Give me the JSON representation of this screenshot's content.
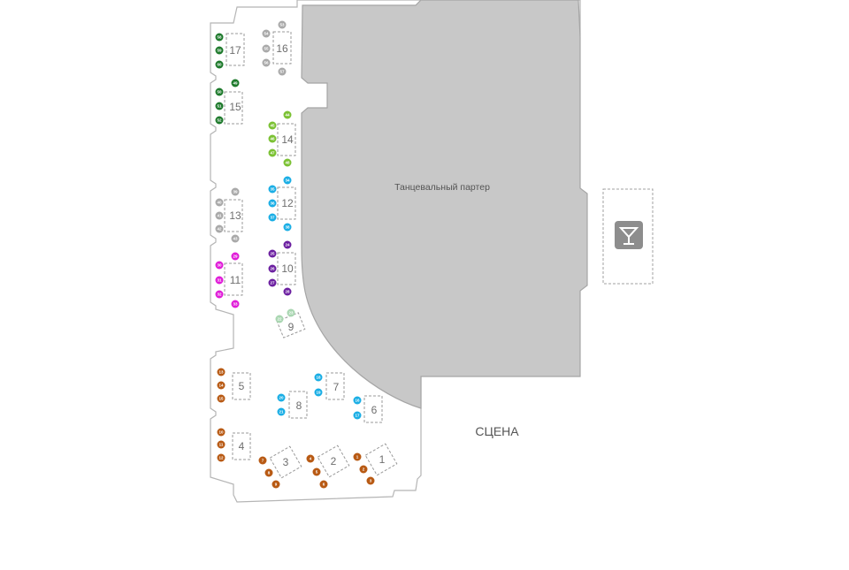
{
  "labels": {
    "dance_floor": "Танцевальный партер",
    "stage": "СЦЕНА"
  },
  "colors": {
    "dark_green": "#1e7a2c",
    "light_green": "#7bc133",
    "cyan": "#1aaee5",
    "purple": "#6b1fa0",
    "magenta": "#e01cd8",
    "grey": "#a9a9a9",
    "pale_green": "#a9d6b1",
    "orange": "#b85a14"
  },
  "icons": {
    "bar": "cocktail-glass-icon"
  },
  "tables": [
    {
      "label": "1",
      "color": "orange",
      "seats": [
        "1",
        "2",
        "3"
      ]
    },
    {
      "label": "2",
      "color": "orange",
      "seats": [
        "4",
        "5",
        "6"
      ]
    },
    {
      "label": "3",
      "color": "orange",
      "seats": [
        "7",
        "8",
        "9"
      ]
    },
    {
      "label": "4",
      "color": "orange",
      "seats": [
        "10",
        "11",
        "12"
      ]
    },
    {
      "label": "5",
      "color": "orange",
      "seats": [
        "13",
        "14",
        "15"
      ]
    },
    {
      "label": "6",
      "color": "cyan",
      "seats": [
        "16",
        "17"
      ]
    },
    {
      "label": "7",
      "color": "cyan",
      "seats": [
        "18",
        "19"
      ]
    },
    {
      "label": "8",
      "color": "cyan",
      "seats": [
        "20",
        "21"
      ]
    },
    {
      "label": "9",
      "color": "pale_green",
      "seats": [
        "22",
        "23"
      ]
    },
    {
      "label": "10",
      "color": "purple",
      "seats": [
        "24",
        "25",
        "26",
        "27",
        "28"
      ]
    },
    {
      "label": "11",
      "color": "magenta",
      "seats": [
        "29",
        "30",
        "31",
        "32",
        "33"
      ]
    },
    {
      "label": "12",
      "color": "cyan",
      "seats": [
        "34",
        "35",
        "36",
        "37",
        "38"
      ]
    },
    {
      "label": "13",
      "color": "grey",
      "seats": [
        "39",
        "40",
        "41",
        "42",
        "43"
      ]
    },
    {
      "label": "14",
      "color": "light_green",
      "seats": [
        "44",
        "45",
        "46",
        "47",
        "48"
      ]
    },
    {
      "label": "15",
      "color": "dark_green",
      "seats": [
        "49",
        "50",
        "51",
        "52"
      ]
    },
    {
      "label": "16",
      "color": "grey",
      "seats": [
        "53",
        "54",
        "55",
        "56",
        "57"
      ]
    },
    {
      "label": "17",
      "color": "dark_green",
      "seats": [
        "58",
        "59",
        "60"
      ]
    }
  ]
}
